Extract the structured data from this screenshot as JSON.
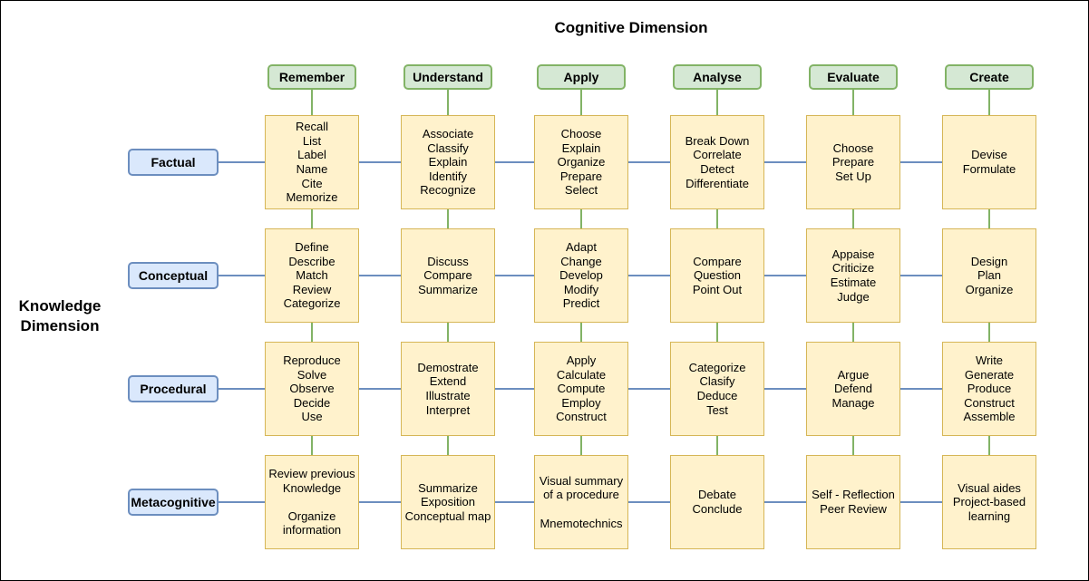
{
  "titles": {
    "cognitive": "Cognitive Dimension",
    "knowledge_line1": "Knowledge",
    "knowledge_line2": "Dimension"
  },
  "columns": [
    "Remember",
    "Understand",
    "Apply",
    "Analyse",
    "Evaluate",
    "Create"
  ],
  "rows": [
    "Factual",
    "Conceptual",
    "Procedural",
    "Metacognitive"
  ],
  "cells": [
    [
      [
        "Recall",
        "List",
        "Label",
        "Name",
        "Cite",
        "Memorize"
      ],
      [
        "Associate",
        "Classify",
        "Explain",
        "Identify",
        "Recognize"
      ],
      [
        "Choose",
        "Explain",
        "Organize",
        "Prepare",
        "Select"
      ],
      [
        "Break Down",
        "Correlate",
        "Detect",
        "Differentiate"
      ],
      [
        "Choose",
        "Prepare",
        "Set Up"
      ],
      [
        "Devise",
        "Formulate"
      ]
    ],
    [
      [
        "Define",
        "Describe",
        "Match",
        "Review",
        "Categorize"
      ],
      [
        "Discuss",
        "Compare",
        "Summarize"
      ],
      [
        "Adapt",
        "Change",
        "Develop",
        "Modify",
        "Predict"
      ],
      [
        "Compare",
        "Question",
        "Point Out"
      ],
      [
        "Appaise",
        "Criticize",
        "Estimate",
        "Judge"
      ],
      [
        "Design",
        "Plan",
        "Organize"
      ]
    ],
    [
      [
        "Reproduce",
        "Solve",
        "Observe",
        "Decide",
        "Use"
      ],
      [
        "Demostrate",
        "Extend",
        "Illustrate",
        "Interpret"
      ],
      [
        "Apply",
        "Calculate",
        "Compute",
        "Employ",
        "Construct"
      ],
      [
        "Categorize",
        "Clasify",
        "Deduce",
        "Test"
      ],
      [
        "Argue",
        "Defend",
        "Manage"
      ],
      [
        "Write",
        "Generate",
        "Produce",
        "Construct",
        "Assemble"
      ]
    ],
    [
      [
        "Review previous",
        "Knowledge",
        "",
        "Organize",
        "information"
      ],
      [
        "Summarize",
        "Exposition",
        "Conceptual map"
      ],
      [
        "Visual summary",
        "of a procedure",
        "",
        "Mnemotechnics"
      ],
      [
        "Debate",
        "Conclude"
      ],
      [
        "Self - Reflection",
        "Peer Review"
      ],
      [
        "Visual aides",
        "Project-based",
        "learning"
      ]
    ]
  ],
  "colors": {
    "header_fill": "#d5e8d4",
    "header_border": "#82b366",
    "row_fill": "#dae8fc",
    "row_border": "#6c8ebf",
    "cell_fill": "#fff2cc",
    "cell_border": "#d6b656"
  }
}
